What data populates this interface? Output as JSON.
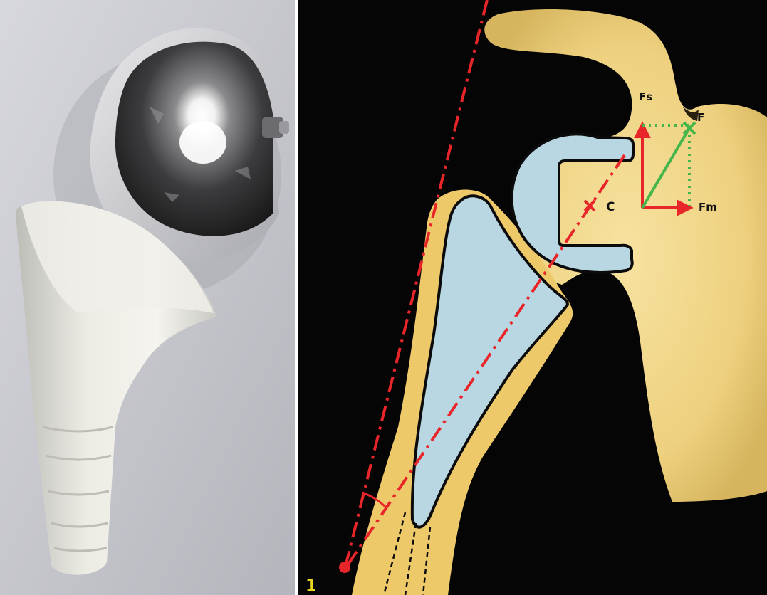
{
  "figure": {
    "panel_number": "1",
    "force_labels": {
      "Fs": "Fs",
      "F": "F",
      "Fm": "Fm",
      "C": "C"
    },
    "colors": {
      "bone": "#f2d88c",
      "implant_blue": "#b9d7e3",
      "background": "#050506",
      "axis_red": "#e8262a",
      "resultant_green": "#45b649",
      "photo_background": "#c9cad0",
      "panel_number_yellow": "#e7d51f"
    }
  }
}
